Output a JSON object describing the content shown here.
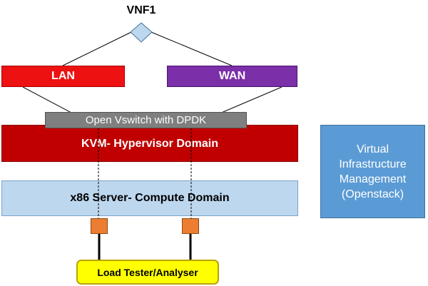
{
  "vnf": {
    "title": "VNF1"
  },
  "lan": {
    "label": "LAN"
  },
  "wan": {
    "label": "WAN"
  },
  "ovs": {
    "label": "Open Vswitch with DPDK"
  },
  "kvm": {
    "label": "KVM- Hypervisor Domain"
  },
  "x86": {
    "label": "x86 Server- Compute Domain"
  },
  "vim": {
    "lines": [
      "Virtual",
      "Infrastructure",
      "Management",
      "(Openstack)"
    ]
  },
  "tester": {
    "label": "Load Tester/Analyser"
  },
  "colors": {
    "lan": "#ee1111",
    "wan": "#7b2fa8",
    "ovs": "#7f7f7f",
    "kvm": "#c00000",
    "x86": "#bdd7ee",
    "vim": "#5b9bd5",
    "port": "#ed7d31",
    "tester": "#ffff00",
    "vnf_diamond": "#bdd7ee"
  }
}
